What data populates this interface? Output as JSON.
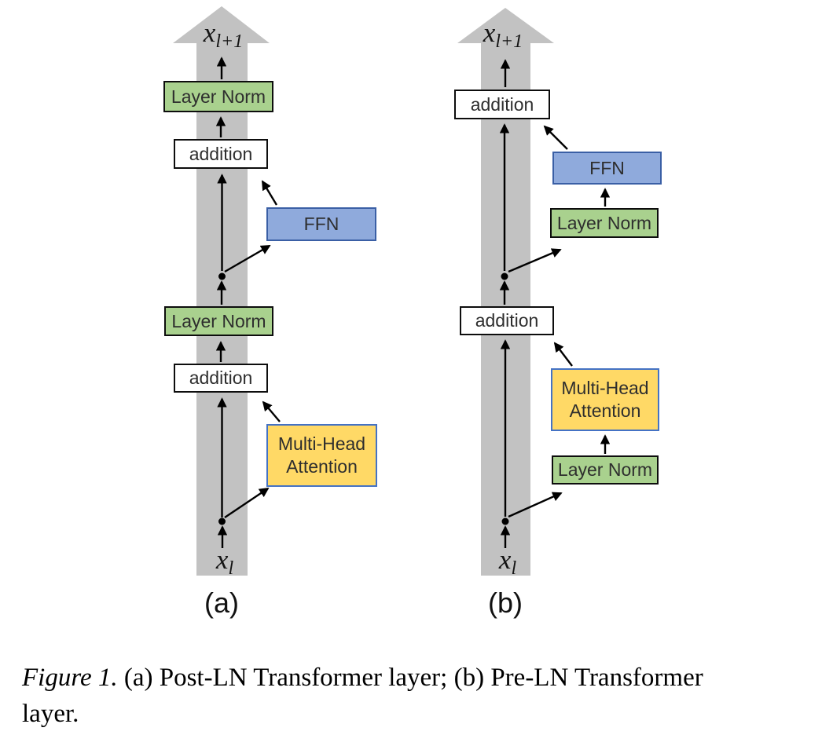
{
  "panel_a": {
    "panel_label": "(a)",
    "output_label": {
      "base": "x",
      "sub": "l+1"
    },
    "input_label": {
      "base": "x",
      "sub": "l"
    },
    "layer_norm_top": "Layer Norm",
    "addition_top": "addition",
    "ffn": "FFN",
    "layer_norm_mid": "Layer Norm",
    "addition_bottom": "addition",
    "mha_line1": "Multi-Head",
    "mha_line2": "Attention"
  },
  "panel_b": {
    "panel_label": "(b)",
    "output_label": {
      "base": "x",
      "sub": "l+1"
    },
    "input_label": {
      "base": "x",
      "sub": "l"
    },
    "addition_top": "addition",
    "ffn": "FFN",
    "layer_norm_upper": "Layer Norm",
    "addition_mid": "addition",
    "mha_line1": "Multi-Head",
    "mha_line2": "Attention",
    "layer_norm_lower": "Layer Norm"
  },
  "caption": {
    "figure_label": "Figure 1.",
    "line1_rest": " (a) Post-LN Transformer layer; (b) Pre-LN Transformer",
    "line2": "layer."
  },
  "colors": {
    "layer_norm_fill": "#a9d18e",
    "addition_fill": "#ffffff",
    "ffn_fill": "#8faadc",
    "ffn_border": "#3a5fa5",
    "mha_fill": "#ffd966",
    "mha_border": "#4472c4",
    "box_border_dark": "#0d0d0d",
    "residual_band": "#c2c2c2",
    "arrow": "#000000"
  }
}
